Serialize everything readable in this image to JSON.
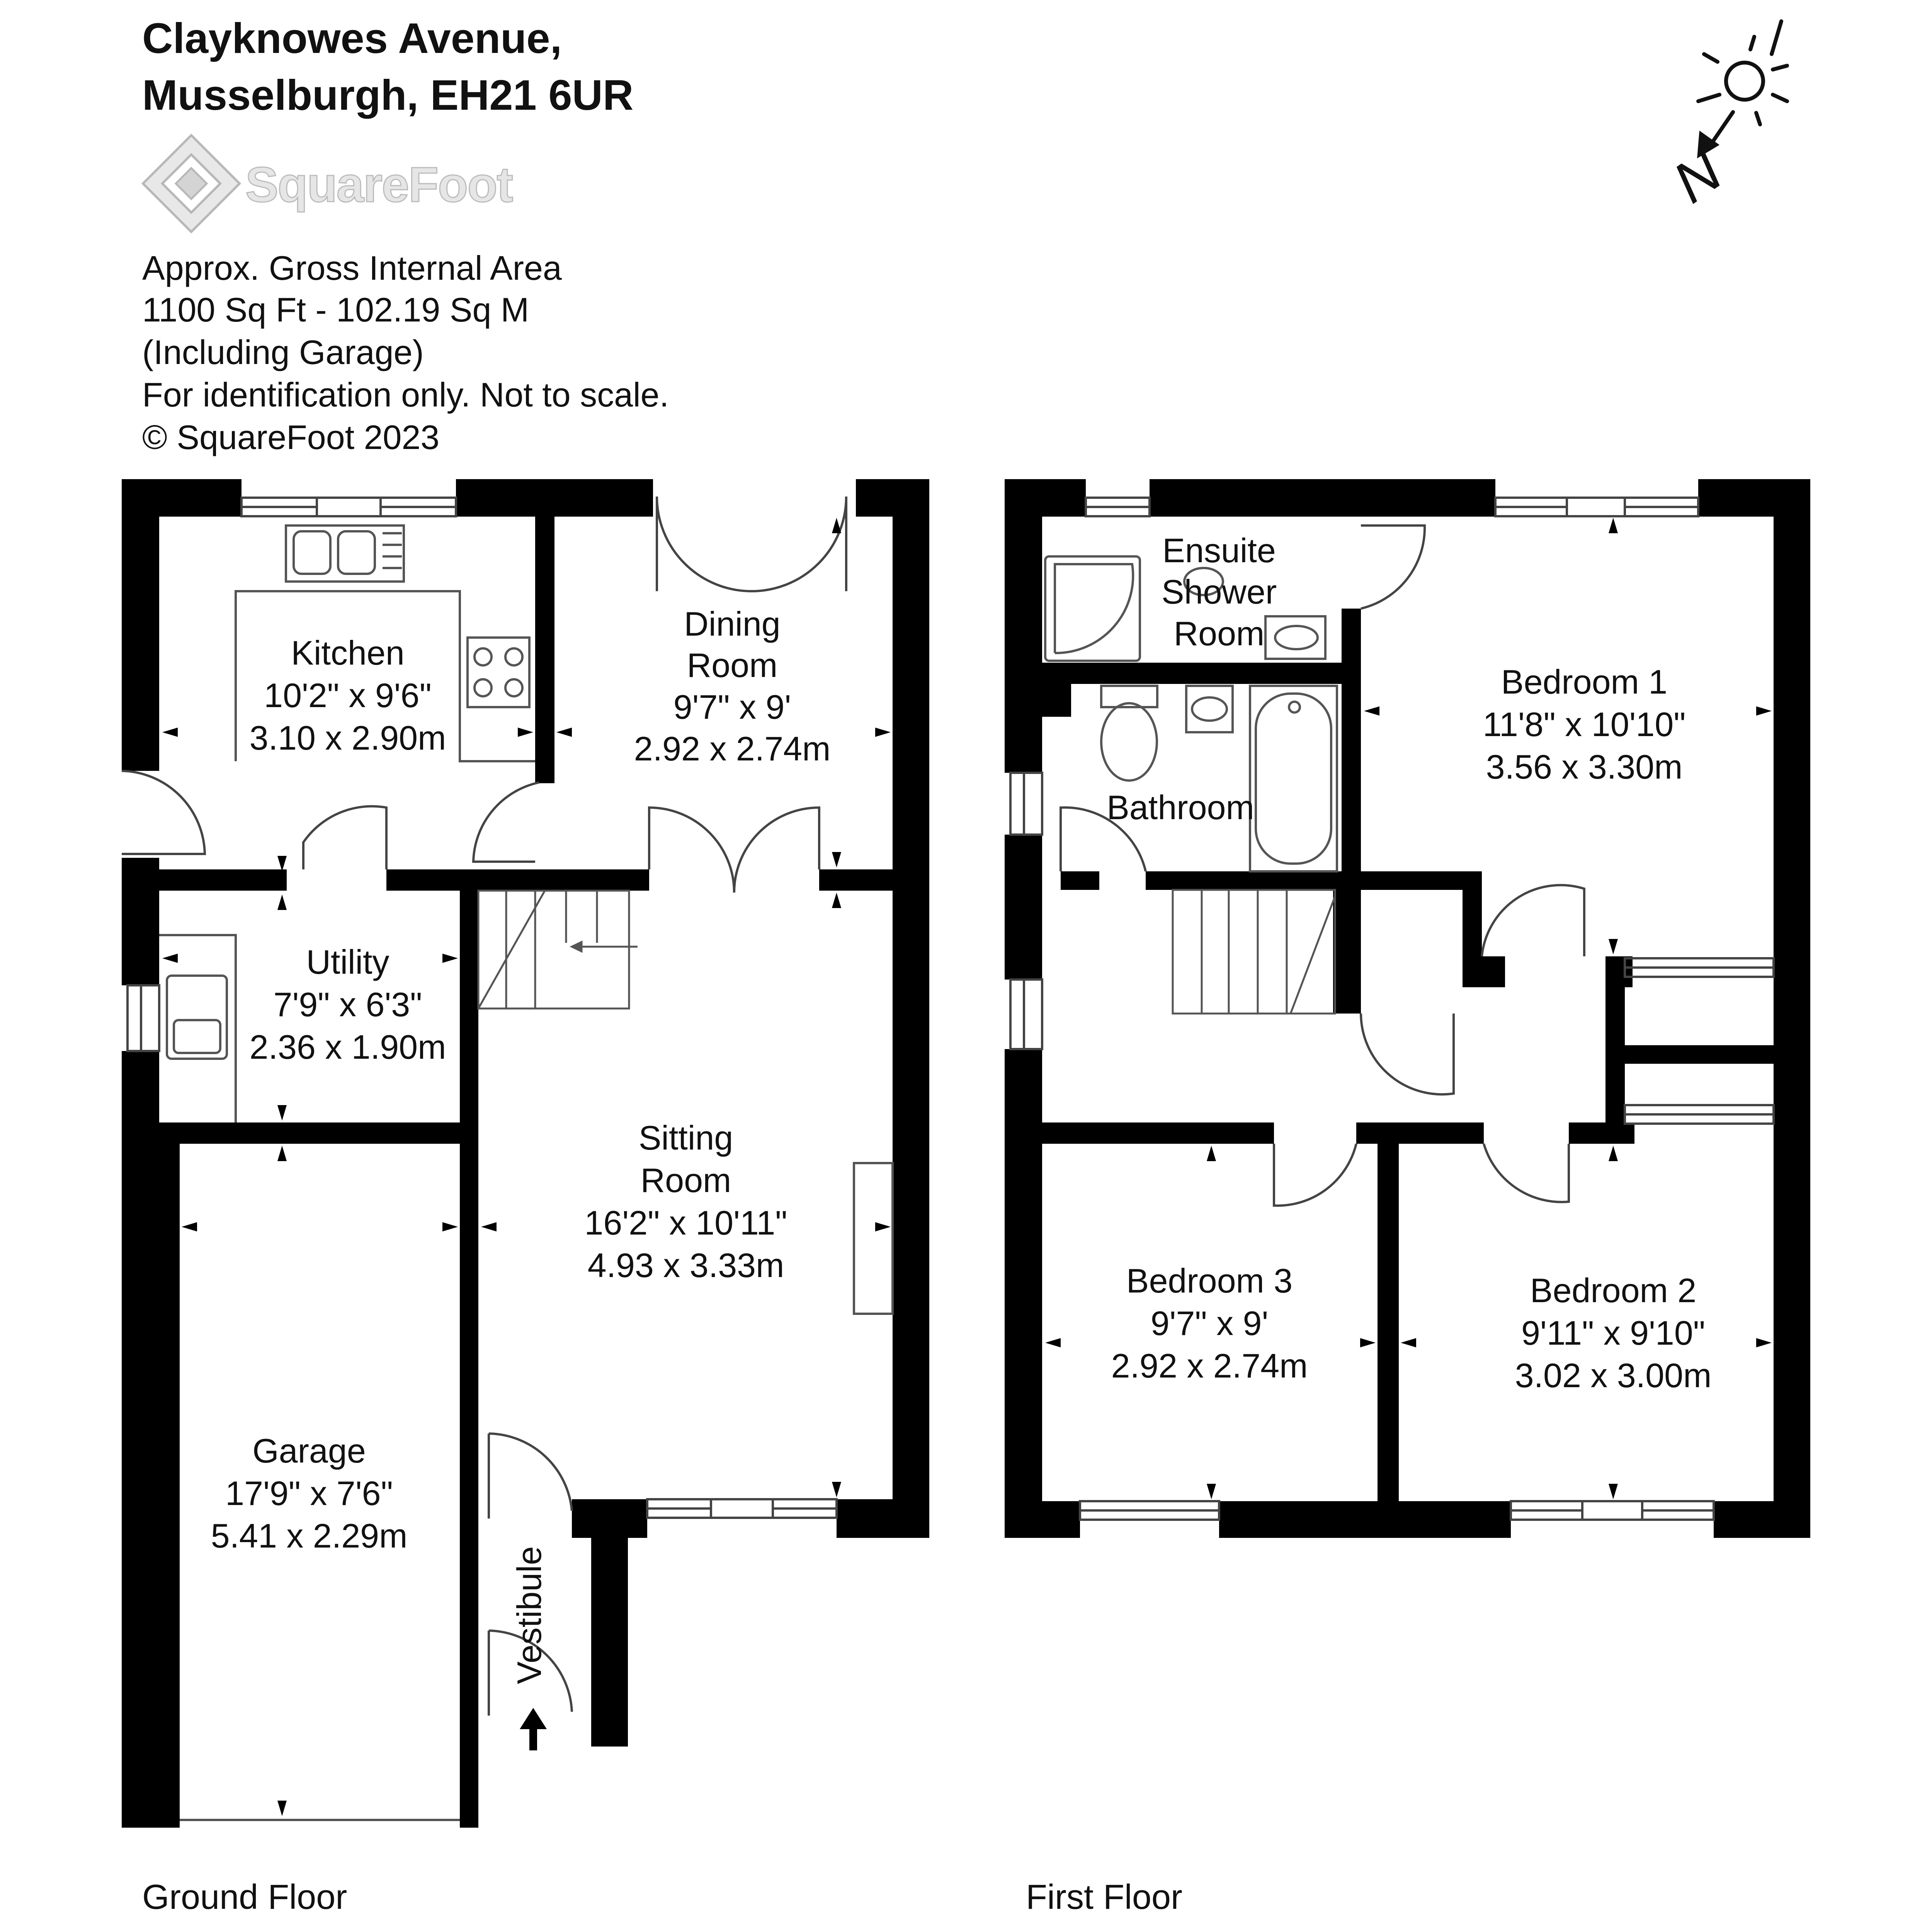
{
  "header": {
    "address_line1": "Clayknowes Avenue,",
    "address_line2": "Musselburgh, EH21 6UR",
    "brand": "SquareFoot"
  },
  "info": {
    "line1": "Approx. Gross Internal Area",
    "line2": "1100 Sq Ft  -  102.19 Sq M",
    "line3": "(Including Garage)",
    "line4": "For identification only. Not to scale.",
    "line5": "© SquareFoot 2023"
  },
  "compass": {
    "north_label": "N"
  },
  "ground_floor": {
    "label": "Ground Floor",
    "rooms": {
      "kitchen": {
        "name": "Kitchen",
        "imperial": "10'2\" x 9'6\"",
        "metric": "3.10 x 2.90m"
      },
      "dining": {
        "name_line1": "Dining",
        "name_line2": "Room",
        "imperial": "9'7\" x 9'",
        "metric": "2.92 x 2.74m"
      },
      "utility": {
        "name": "Utility",
        "imperial": "7'9\" x 6'3\"",
        "metric": "2.36 x 1.90m"
      },
      "sitting": {
        "name_line1": "Sitting",
        "name_line2": "Room",
        "imperial": "16'2\" x 10'11\"",
        "metric": "4.93 x 3.33m"
      },
      "garage": {
        "name": "Garage",
        "imperial": "17'9\" x 7'6\"",
        "metric": "5.41 x 2.29m"
      },
      "vestibule": {
        "name": "Vestibule"
      }
    }
  },
  "first_floor": {
    "label": "First Floor",
    "rooms": {
      "ensuite": {
        "name_line1": "Ensuite",
        "name_line2": "Shower",
        "name_line3": "Room"
      },
      "bathroom": {
        "name": "Bathroom"
      },
      "bedroom1": {
        "name": "Bedroom 1",
        "imperial": "11'8\" x 10'10\"",
        "metric": "3.56 x 3.30m"
      },
      "bedroom2": {
        "name": "Bedroom 2",
        "imperial": "9'11\" x 9'10\"",
        "metric": "3.02 x 3.00m"
      },
      "bedroom3": {
        "name": "Bedroom 3",
        "imperial": "9'7\" x 9'",
        "metric": "2.92 x 2.74m"
      }
    }
  },
  "colors": {
    "wall": "#000000",
    "background": "#ffffff",
    "fixture_stroke": "#555555",
    "brand_grey": "#bcbcbc"
  }
}
